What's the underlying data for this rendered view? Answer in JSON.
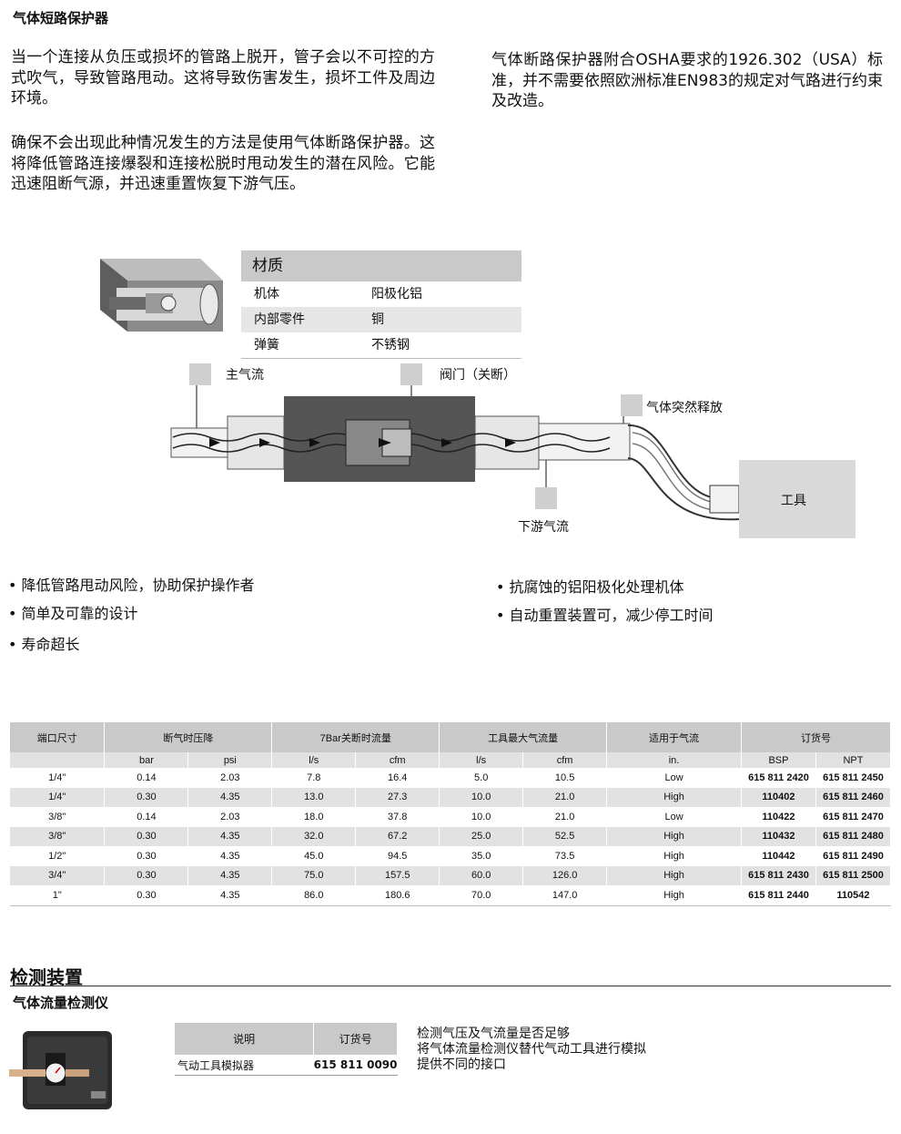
{
  "title": "气体短路保护器",
  "intro": {
    "p1": "当一个连接从负压或损坏的管路上脱开，管子会以不可控的方式吹气，导致管路甩动。这将导致伤害发生，损坏工件及周边环境。",
    "p2": "确保不会出现此种情况发生的方法是使用气体断路保护器。这将降低管路连接爆裂和连接松脱时甩动发生的潜在风险。它能迅速阻断气源，并迅速重置恢复下游气压。",
    "p3": "气体断路保护器附合OSHA要求的1926.302（USA）标准，并不需要依照欧洲标准EN983的规定对气路进行约束及改造。"
  },
  "materials": {
    "header": "材质",
    "rows": [
      {
        "k": "机体",
        "v": "阳极化铝"
      },
      {
        "k": "内部零件",
        "v": "铜"
      },
      {
        "k": "弹簧",
        "v": "不锈钢"
      }
    ]
  },
  "diagram": {
    "main_flow": "主气流",
    "valve": "阀门（关断）",
    "release": "气体突然释放",
    "downstream": "下游气流",
    "tool": "工具"
  },
  "bullets_left": [
    "• 降低管路甩动风险，协助保护操作者",
    "• 简单及可靠的设计",
    "• 寿命超长"
  ],
  "bullets_right": [
    "• 抗腐蚀的铝阳极化处理机体",
    "• 自动重置装置可，减少停工时间"
  ],
  "spec_table": {
    "headers": [
      "端口尺寸",
      "断气时压降",
      "7Bar关断时流量",
      "工具最大气流量",
      "适用于气流",
      "订货号"
    ],
    "subheaders": [
      "",
      "bar",
      "psi",
      "l/s",
      "cfm",
      "l/s",
      "cfm",
      "in.",
      "BSP",
      "NPT"
    ],
    "rows": [
      [
        "1/4\"",
        "0.14",
        "2.03",
        "7.8",
        "16.4",
        "5.0",
        "10.5",
        "Low",
        "615 811 2420",
        "615 811 2450"
      ],
      [
        "1/4\"",
        "0.30",
        "4.35",
        "13.0",
        "27.3",
        "10.0",
        "21.0",
        "High",
        "110402",
        "615 811 2460"
      ],
      [
        "3/8\"",
        "0.14",
        "2.03",
        "18.0",
        "37.8",
        "10.0",
        "21.0",
        "Low",
        "110422",
        "615 811 2470"
      ],
      [
        "3/8\"",
        "0.30",
        "4.35",
        "32.0",
        "67.2",
        "25.0",
        "52.5",
        "High",
        "110432",
        "615 811 2480"
      ],
      [
        "1/2\"",
        "0.30",
        "4.35",
        "45.0",
        "94.5",
        "35.0",
        "73.5",
        "High",
        "110442",
        "615 811 2490"
      ],
      [
        "3/4\"",
        "0.30",
        "4.35",
        "75.0",
        "157.5",
        "60.0",
        "126.0",
        "High",
        "615 811 2430",
        "615 811 2500"
      ],
      [
        "1\"",
        "0.30",
        "4.35",
        "86.0",
        "180.6",
        "70.0",
        "147.0",
        "High",
        "615 811 2440",
        "110542"
      ]
    ]
  },
  "section_title": "检测装置",
  "sub_title": "气体流量检测仪",
  "kit_table": {
    "headers": [
      "说明",
      "订货号"
    ],
    "row": [
      "气动工具模拟器",
      "615 811 0090"
    ]
  },
  "kit_desc": [
    "检测气压及气流量是否足够",
    "将气体流量检测仪替代气动工具进行模拟",
    "提供不同的接口"
  ]
}
